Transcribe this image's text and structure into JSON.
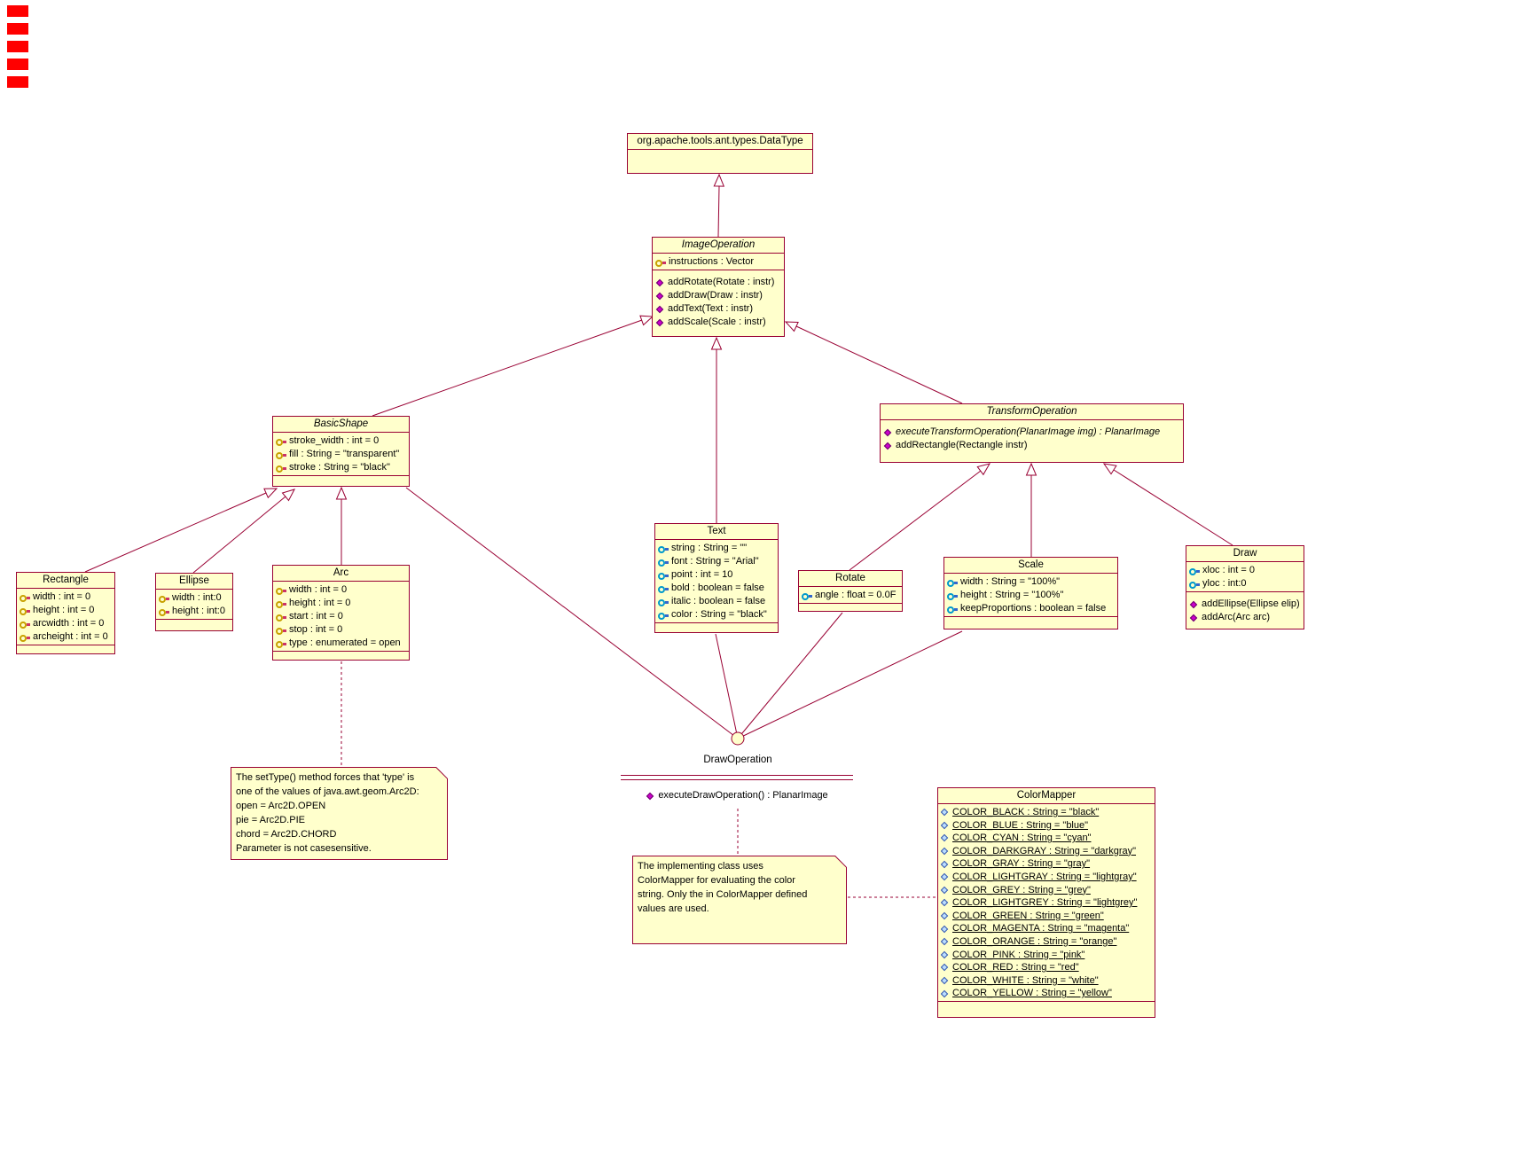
{
  "colors": {
    "background": "#FFFFFF",
    "box_fill": "#FFFFCC",
    "line": "#990033",
    "text": "#000000",
    "artifact_red": "#FF0000",
    "icon_gold": "#C8A000",
    "icon_cyan": "#0099CC",
    "icon_magenta": "#CC00CC",
    "icon_blue": "#3355AA"
  },
  "classes": {
    "datatype": {
      "title": "org.apache.tools.ant.types.DataType"
    },
    "image_operation": {
      "title": "ImageOperation",
      "attrs": [
        "instructions : Vector"
      ],
      "methods": [
        "addRotate(Rotate : instr)",
        "addDraw(Draw : instr)",
        "addText(Text : instr)",
        "addScale(Scale : instr)"
      ]
    },
    "basic_shape": {
      "title": "BasicShape",
      "attrs": [
        "stroke_width : int = 0",
        "fill : String = \"transparent\"",
        "stroke : String = \"black\""
      ]
    },
    "transform_operation": {
      "title": "TransformOperation",
      "methods": [
        "executeTransformOperation(PlanarImage img) : PlanarImage",
        "addRectangle(Rectangle instr)"
      ]
    },
    "rectangle": {
      "title": "Rectangle",
      "attrs": [
        "width : int = 0",
        "height : int = 0",
        "arcwidth : int = 0",
        "archeight : int = 0"
      ]
    },
    "ellipse": {
      "title": "Ellipse",
      "attrs": [
        "width : int:0",
        "height : int:0"
      ]
    },
    "arc": {
      "title": "Arc",
      "attrs": [
        "width : int = 0",
        "height : int = 0",
        "start : int = 0",
        "stop : int = 0",
        "type : enumerated = open"
      ]
    },
    "text": {
      "title": "Text",
      "attrs": [
        "string : String = \"\"",
        "font : String = \"Arial\"",
        "point : int = 10",
        "bold : boolean = false",
        "italic : boolean = false",
        "color : String = \"black\""
      ]
    },
    "rotate": {
      "title": "Rotate",
      "attrs": [
        "angle : float = 0.0F"
      ]
    },
    "scale": {
      "title": "Scale",
      "attrs": [
        "width : String = \"100%\"",
        "height : String = \"100%\"",
        "keepProportions : boolean = false"
      ]
    },
    "draw": {
      "title": "Draw",
      "attrs": [
        "xloc : int = 0",
        "yloc : int:0"
      ],
      "methods": [
        "addEllipse(Ellipse elip)",
        "addArc(Arc arc)"
      ]
    },
    "colormapper": {
      "title": "ColorMapper",
      "attrs": [
        "COLOR_BLACK : String = \"black\"",
        "COLOR_BLUE : String = \"blue\"",
        "COLOR_CYAN : String = \"cyan\"",
        "COLOR_DARKGRAY : String = \"darkgray\"",
        "COLOR_GRAY : String = \"gray\"",
        "COLOR_LIGHTGRAY : String = \"lightgray\"",
        "COLOR_GREY : String = \"grey\"",
        "COLOR_LIGHTGREY : String = \"lightgrey\"",
        "COLOR_GREEN : String = \"green\"",
        "COLOR_MAGENTA : String = \"magenta\"",
        "COLOR_ORANGE : String = \"orange\"",
        "COLOR_PINK : String = \"pink\"",
        "COLOR_RED : String = \"red\"",
        "COLOR_WHITE : String = \"white\"",
        "COLOR_YELLOW : String = \"yellow\""
      ]
    }
  },
  "interface_lollipop": {
    "label": "DrawOperation",
    "method": "executeDrawOperation() : PlanarImage"
  },
  "notes": {
    "arc_note": {
      "text": "The setType() method forces that 'type' is\none of the values of java.awt.geom.Arc2D:\nopen = Arc2D.OPEN\npie = Arc2D.PIE\nchord = Arc2D.CHORD\nParameter is not casesensitive."
    },
    "color_note": {
      "text": "The implementing class uses\nColorMapper for evaluating the color\nstring. Only the in ColorMapper defined\nvalues are used."
    }
  }
}
